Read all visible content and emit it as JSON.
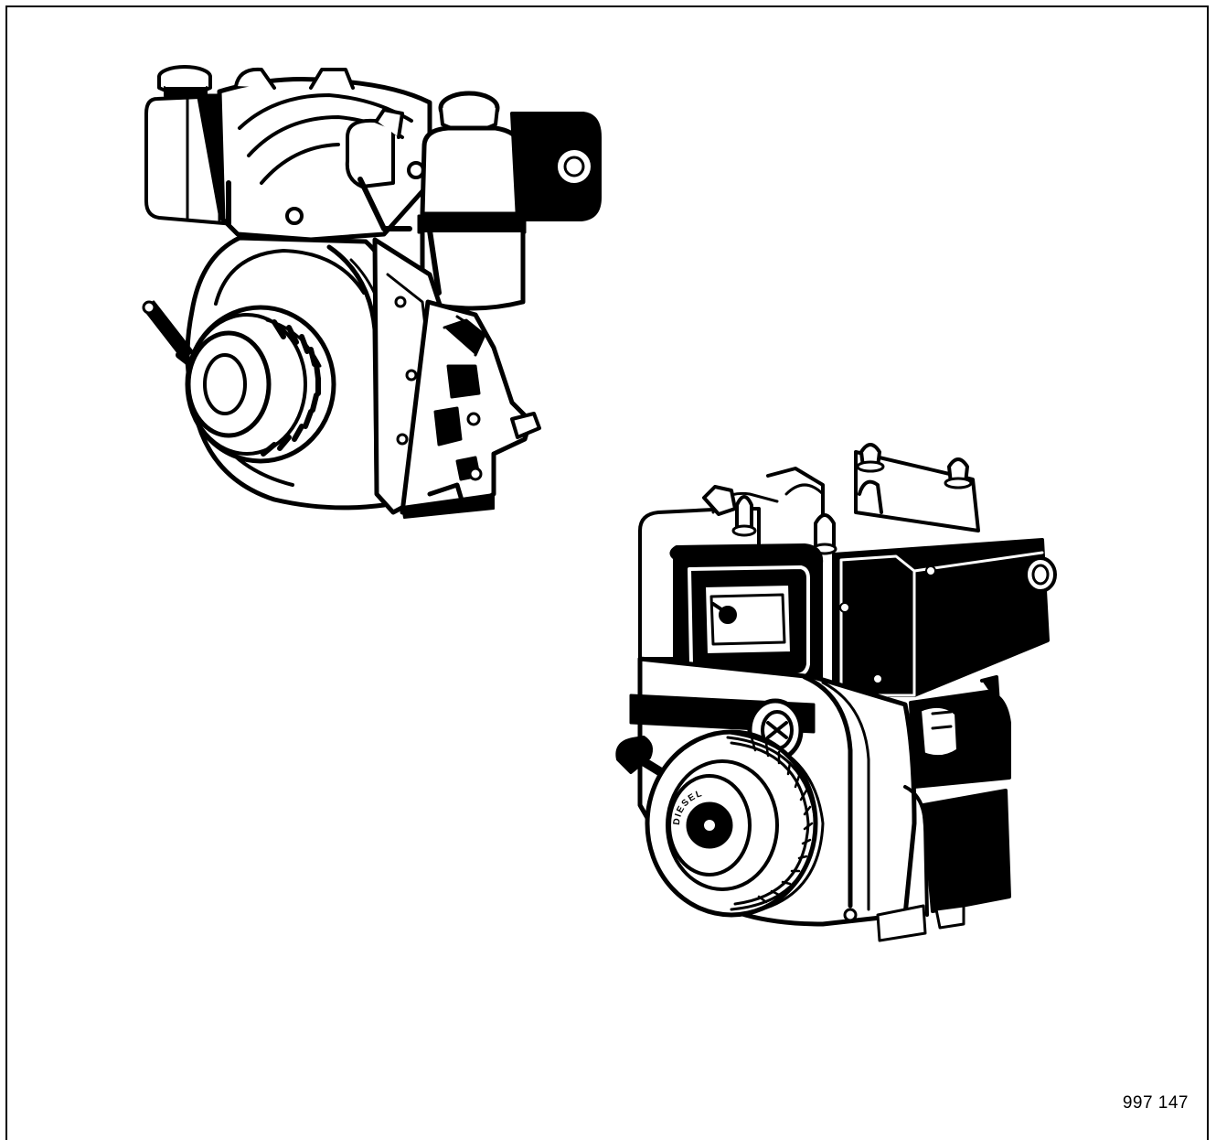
{
  "figure": {
    "number": "997 147",
    "engine_left": "engine-drawing-hand-start",
    "engine_right": "engine-drawing-electric-start",
    "flywheel_text": "DIESEL"
  },
  "colors": {
    "ink": "#000000",
    "paper": "#ffffff"
  }
}
